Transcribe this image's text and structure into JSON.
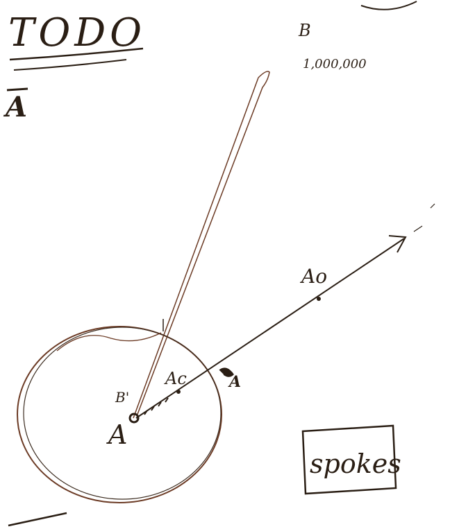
{
  "title": "TODO",
  "labels": {
    "point_b": "B",
    "point_b_value": "1,000,000",
    "point_a_prime": "A",
    "point_b_prime": "B'",
    "point_ac": "Ac",
    "point_a_outer": "A",
    "point_ao": "Ao",
    "spokes_box": "spokes",
    "stray_mark": "A"
  },
  "colors": {
    "ink": "#2a1e14",
    "circle_ink": "#6b3a24",
    "paper": "#ffffff"
  }
}
